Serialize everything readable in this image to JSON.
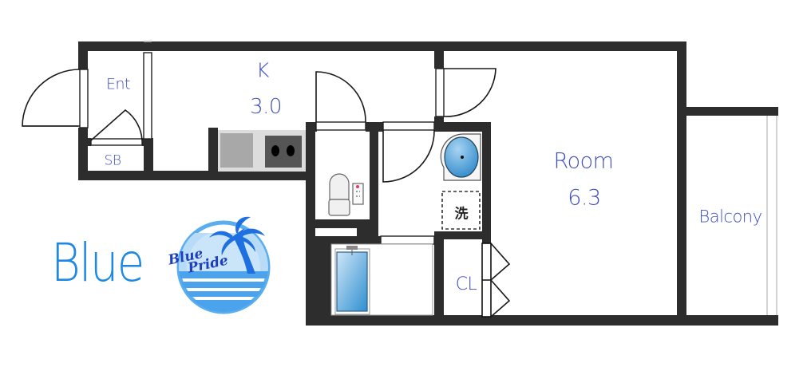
{
  "floorplan": {
    "rooms": [
      {
        "id": "entrance",
        "label": "Ent"
      },
      {
        "id": "shoe-box",
        "label": "SB"
      },
      {
        "id": "kitchen",
        "label": "K",
        "area": "3.0"
      },
      {
        "id": "room",
        "label": "Room",
        "area": "6.3"
      },
      {
        "id": "balcony",
        "label": "Balcony"
      },
      {
        "id": "closet",
        "label": "CL"
      }
    ],
    "washing_machine_symbol": "洗",
    "fixtures": [
      "sink",
      "stove-two-burner",
      "toilet",
      "washbasin",
      "bathtub",
      "washing-machine-space"
    ]
  },
  "brand": {
    "name": "Blue",
    "logo_line1": "Blue",
    "logo_line2": "Pride"
  },
  "colors": {
    "wall": "#2d2d2d",
    "label": "#3f4fbf",
    "brand": "#1e88e5",
    "fixture_blue": "#3a9ad9"
  }
}
